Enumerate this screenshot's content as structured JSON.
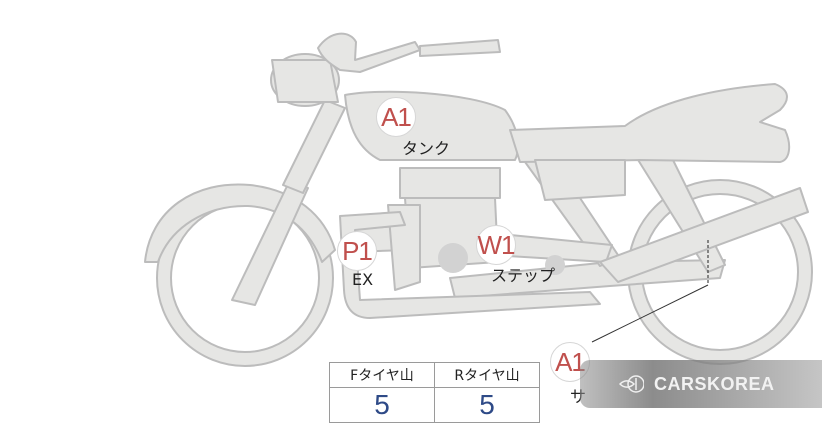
{
  "diagram": {
    "markers": [
      {
        "id": "a1-tank",
        "code": "A1",
        "label": "タンク"
      },
      {
        "id": "w1-step",
        "code": "W1",
        "label": "ステップ"
      },
      {
        "id": "p1-ex",
        "code": "P1",
        "label": "EX"
      },
      {
        "id": "a1-side",
        "code": "A1",
        "label": "サ"
      }
    ]
  },
  "tire_table": {
    "front_header": "Fタイヤ山",
    "rear_header": "Rタイヤ山",
    "front_value": "5",
    "rear_value": "5"
  },
  "watermark": {
    "brand": "CARSKOREA"
  },
  "colors": {
    "bike_fill": "#e6e6e4",
    "bike_stroke": "#b9b9b9",
    "marker_text": "#c0504d",
    "value_text": "#2e4a87"
  }
}
